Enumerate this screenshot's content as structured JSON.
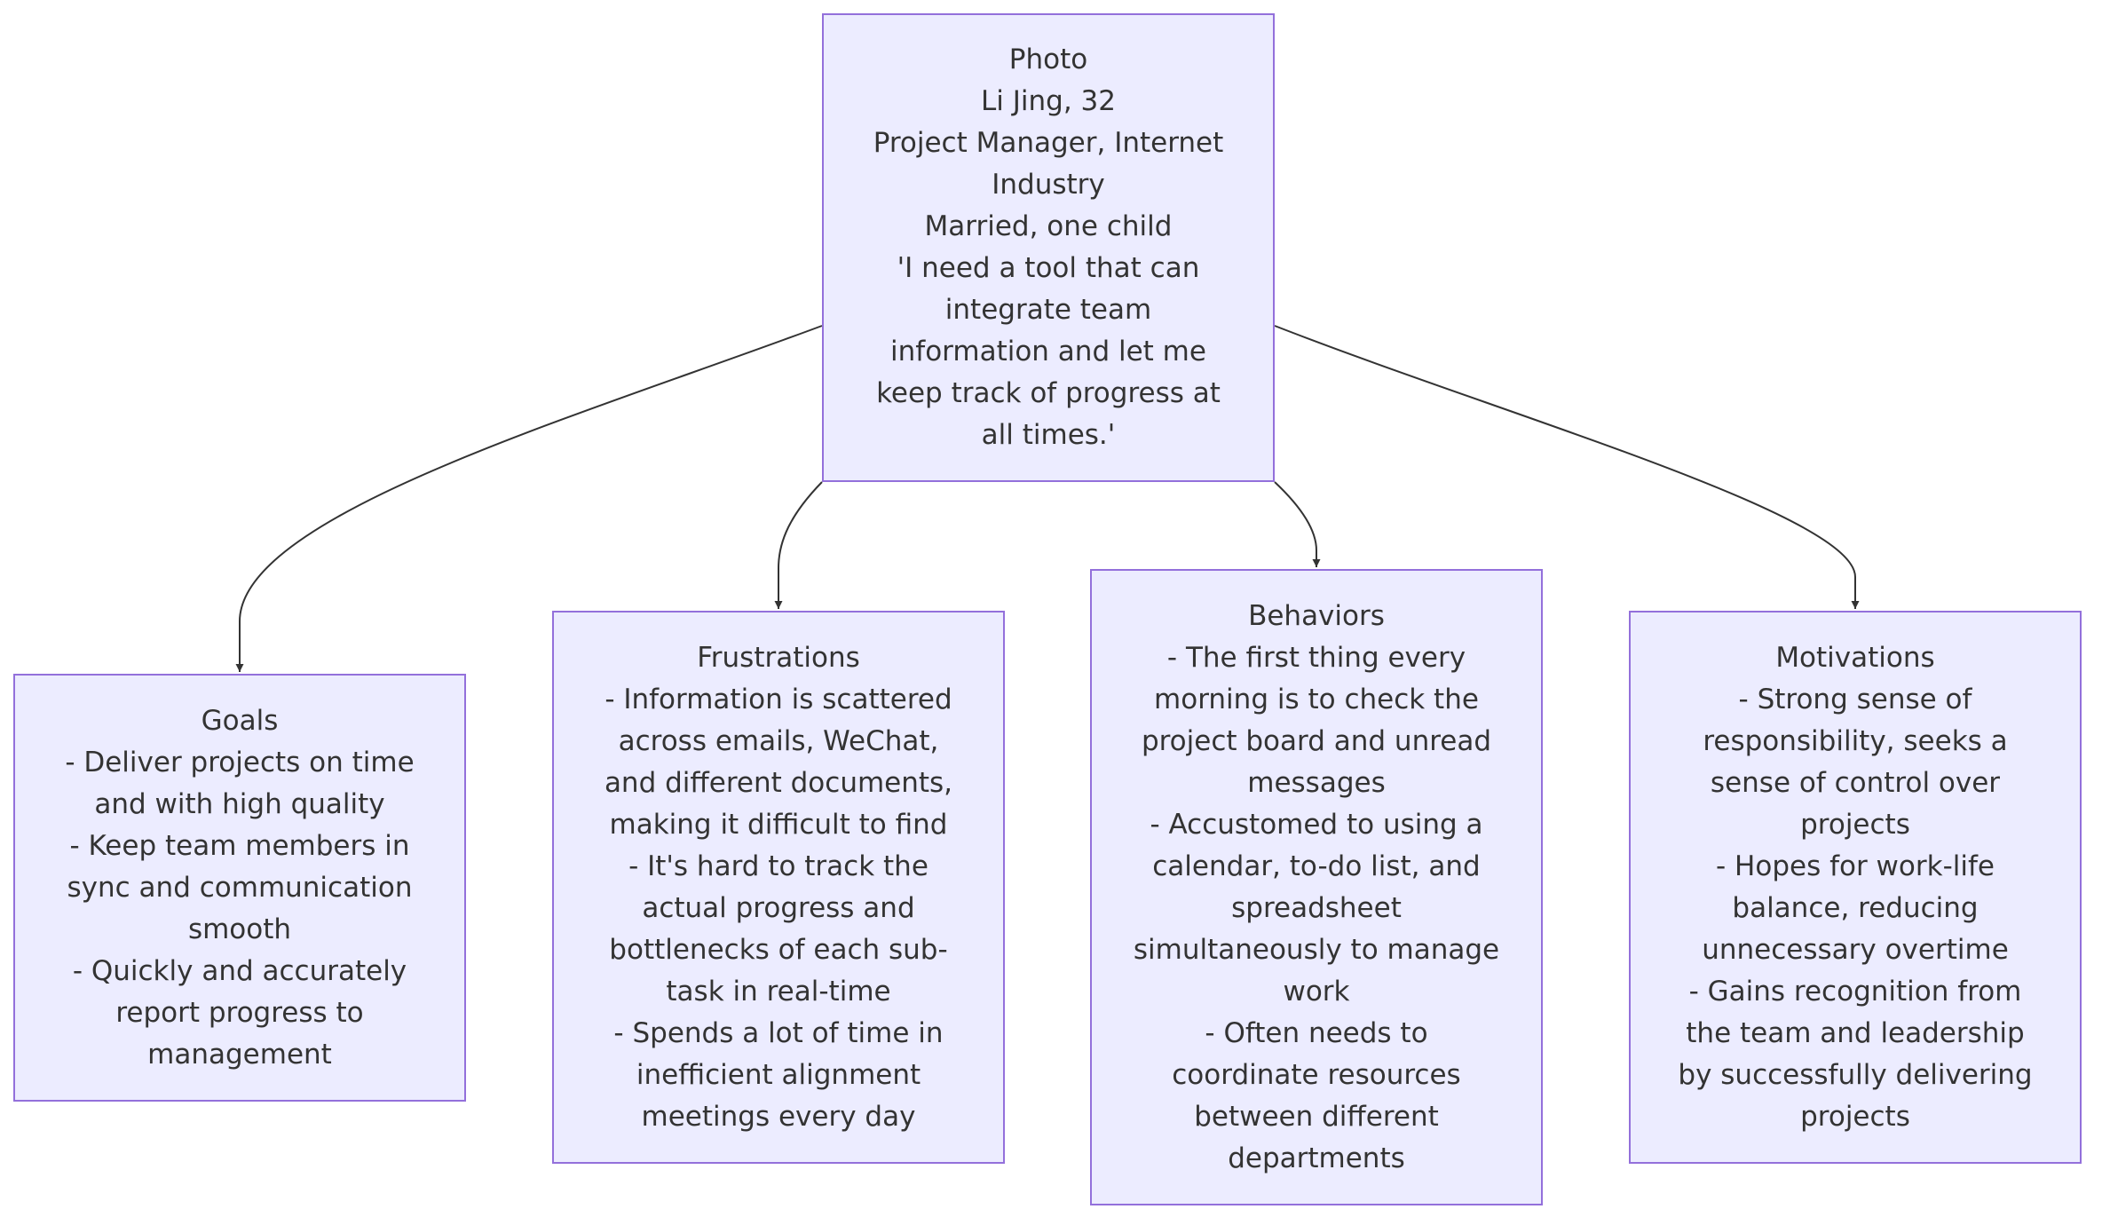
{
  "diagram": {
    "nodes": {
      "persona": {
        "lines": [
          "Photo",
          "Li Jing, 32",
          "Project Manager, Internet",
          "Industry",
          "Married, one child",
          "'I need a tool that can",
          "integrate team",
          "information and let me",
          "keep track of progress at",
          "all times.'"
        ]
      },
      "goals": {
        "lines": [
          "Goals",
          "- Deliver projects on time",
          "and with high quality",
          "- Keep team members in",
          "sync and communication",
          "smooth",
          "- Quickly and accurately",
          "report progress to",
          "management"
        ]
      },
      "frustrations": {
        "lines": [
          "Frustrations",
          "- Information is scattered",
          "across emails, WeChat,",
          "and different documents,",
          "making it difficult to find",
          "- It's hard to track the",
          "actual progress and",
          "bottlenecks of each sub-",
          "task in real-time",
          "- Spends a lot of time in",
          "inefficient alignment",
          "meetings every day"
        ]
      },
      "behaviors": {
        "lines": [
          "Behaviors",
          "- The first thing every",
          "morning is to check the",
          "project board and unread",
          "messages",
          "- Accustomed to using a",
          "calendar, to-do list, and",
          "spreadsheet",
          "simultaneously to manage",
          "work",
          "- Often needs to",
          "coordinate resources",
          "between different",
          "departments"
        ]
      },
      "motivations": {
        "lines": [
          "Motivations",
          "- Strong sense of",
          "responsibility, seeks a",
          "sense of control over",
          "projects",
          "- Hopes for work-life",
          "balance, reducing",
          "unnecessary overtime",
          "- Gains recognition from",
          "the team and leadership",
          "by successfully delivering",
          "projects"
        ]
      }
    },
    "edges": [
      {
        "from": "persona",
        "to": "goals"
      },
      {
        "from": "persona",
        "to": "frustrations"
      },
      {
        "from": "persona",
        "to": "behaviors"
      },
      {
        "from": "persona",
        "to": "motivations"
      }
    ],
    "colors": {
      "node_fill": "#ECECFF",
      "node_border": "#9370DB",
      "edge": "#333333",
      "text": "#333333"
    }
  }
}
